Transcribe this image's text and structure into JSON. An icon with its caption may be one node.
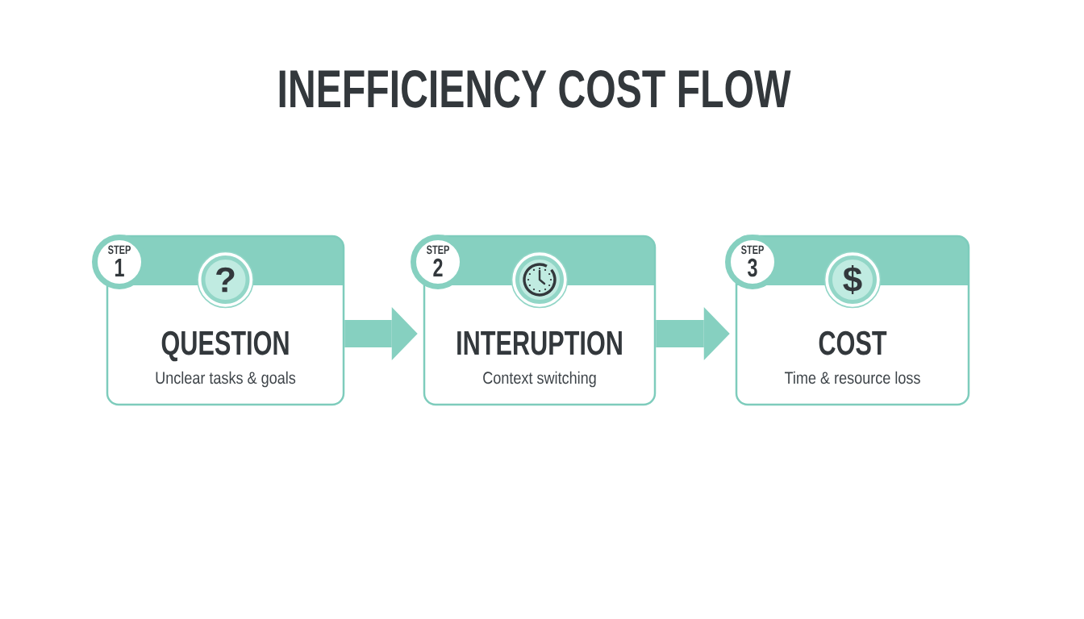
{
  "diagram": {
    "title": "INEFFICIENCY COST FLOW",
    "nodes": [
      {
        "text": [
          "STEP",
          "1"
        ]
      },
      {
        "text": [
          "QUESTION",
          "Unclear tasks & goals"
        ]
      },
      {
        "text": [
          "?"
        ],
        "in": 1
      },
      {
        "text": [
          "STEP",
          "2"
        ]
      },
      {
        "text": [
          "INTERUPTION",
          "Context switching"
        ]
      },
      {
        "text": [],
        "shape": "circle",
        "in": 4
      },
      {
        "text": [
          "STEP",
          "3"
        ]
      },
      {
        "text": [
          "COST",
          "Time & resource loss"
        ]
      },
      {
        "text": [
          "$"
        ],
        "in": 7
      }
    ],
    "edges": [
      {
        "from": 1,
        "to": 4,
        "arrow": "to"
      },
      {
        "from": 4,
        "to": 7,
        "arrow": "to"
      }
    ]
  }
}
